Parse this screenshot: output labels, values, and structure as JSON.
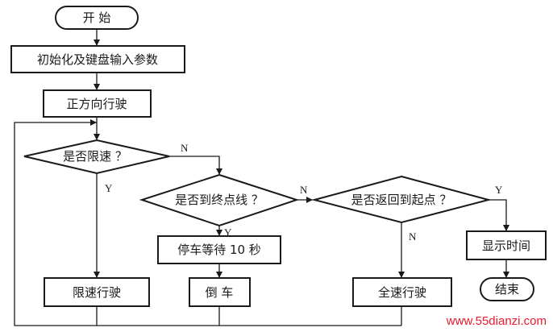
{
  "flowchart": {
    "start": "开 始",
    "init": "初始化及键盘输入参数",
    "forward": "正方向行驶",
    "speed_limit_q": "是否限速 ？",
    "finish_line_q": "是否到终点线 ？",
    "returned_q": "是否返回到起点 ？",
    "stop_wait": "停车等待 10 秒",
    "limited_drive": "限速行驶",
    "reverse": "倒 车",
    "full_speed": "全速行驶",
    "show_time": "显示时间",
    "end": "结束",
    "yes": "Y",
    "no": "N"
  },
  "watermark": "www.55dianzi.com",
  "colors": {
    "ink": "#1a1a1a",
    "watermark": "#e8192c"
  }
}
